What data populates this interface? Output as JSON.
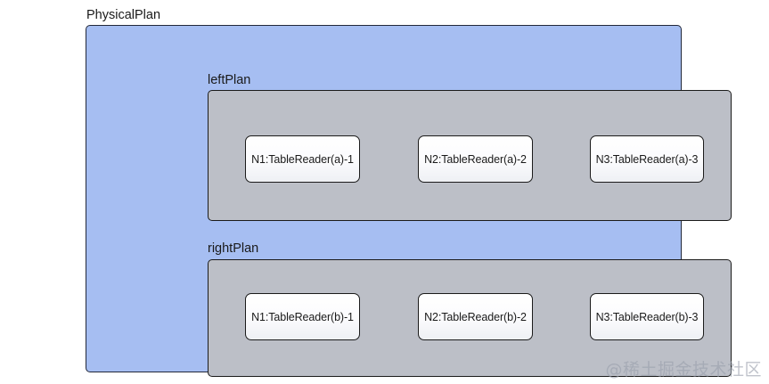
{
  "diagram": {
    "type": "nested-box-diagram",
    "outer_group": {
      "label": "PhysicalPlan",
      "fill_color": "#a6bef2",
      "border_color": "#22283a"
    },
    "plans": [
      {
        "label": "leftPlan",
        "fill_color": "#bcbfc7",
        "border_color": "#1b1b1b",
        "nodes": [
          {
            "label": "N1:TableReader(a)-1"
          },
          {
            "label": "N2:TableReader(a)-2"
          },
          {
            "label": "N3:TableReader(a)-3"
          }
        ]
      },
      {
        "label": "rightPlan",
        "fill_color": "#bcbfc7",
        "border_color": "#1b1b1b",
        "nodes": [
          {
            "label": "N1:TableReader(b)-1"
          },
          {
            "label": "N2:TableReader(b)-2"
          },
          {
            "label": "N3:TableReader(b)-3"
          }
        ]
      }
    ]
  },
  "watermark": {
    "text": "@稀土掘金技术社区"
  }
}
